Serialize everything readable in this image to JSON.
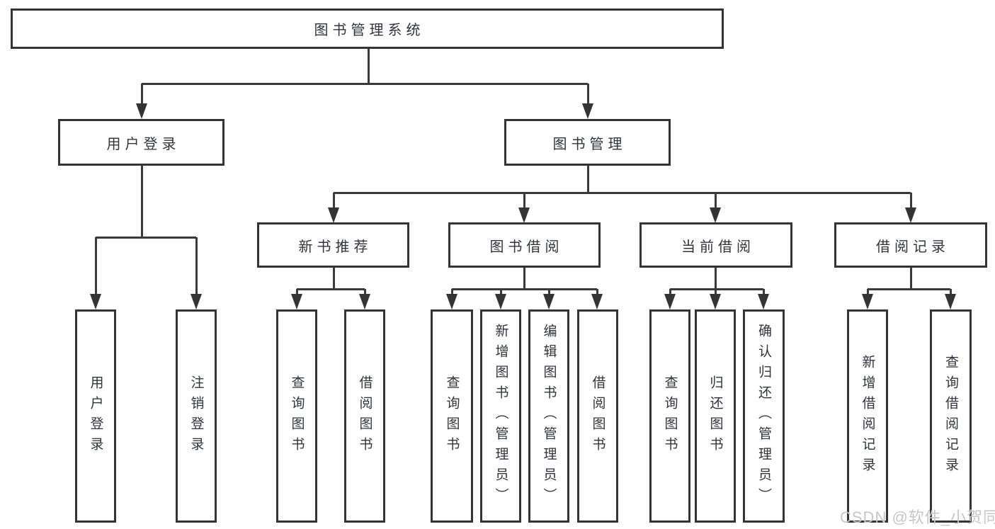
{
  "diagram": {
    "type": "hierarchy-flowchart",
    "title": "图书管理系统"
  },
  "nodes": {
    "root": {
      "label": "图书管理系统"
    },
    "user_login": {
      "label": "用户登录"
    },
    "book_management": {
      "label": "图书管理"
    },
    "new_book_recommend": {
      "label": "新书推荐"
    },
    "book_borrowing": {
      "label": "图书借阅"
    },
    "current_borrowing": {
      "label": "当前借阅"
    },
    "borrowing_records": {
      "label": "借阅记录"
    },
    "leaves": {
      "user_login_leaf": {
        "label": "用户登录"
      },
      "logout": {
        "label": "注销登录"
      },
      "query_book_1": {
        "label": "查询图书"
      },
      "borrow_book_1": {
        "label": "借阅图书"
      },
      "query_book_2": {
        "label": "查询图书"
      },
      "add_book_admin": {
        "label": "新增图书（管理员）"
      },
      "edit_book_admin": {
        "label": "编辑图书（管理员）"
      },
      "borrow_book_2": {
        "label": "借阅图书"
      },
      "query_book_3": {
        "label": "查询图书"
      },
      "return_book": {
        "label": "归还图书"
      },
      "confirm_return_admin": {
        "label": "确认归还（管理员）"
      },
      "add_borrow_record": {
        "label": "新增借阅记录"
      },
      "query_borrow_record": {
        "label": "查询借阅记录"
      }
    }
  },
  "watermark": {
    "text": "CSDN @软件_小贺同学"
  },
  "colors": {
    "background": "#ffffff",
    "border": "#343434",
    "line": "#3a3a3a",
    "text": "#30343c",
    "watermark": "#c7c7c7"
  }
}
